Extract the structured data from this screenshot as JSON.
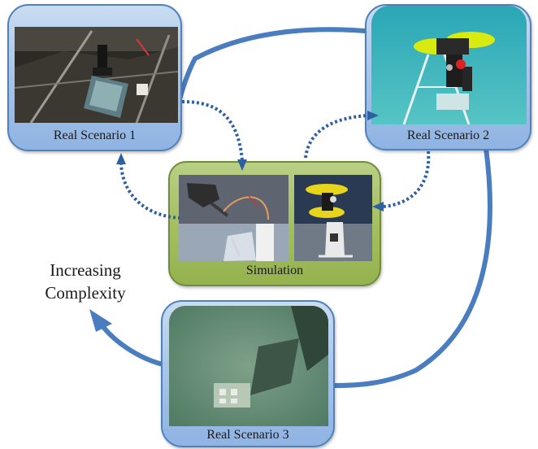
{
  "scenarios": {
    "real1": {
      "label": "Real Scenario 1"
    },
    "real2": {
      "label": "Real Scenario 2"
    },
    "real3": {
      "label": "Real Scenario 3"
    }
  },
  "simulation": {
    "label": "Simulation"
  },
  "complexity": {
    "line1": "Increasing",
    "line2": "Complexity"
  },
  "colors": {
    "real_box_fill": "#a9c6ea",
    "real_box_border": "#4f81bd",
    "sim_box_fill": "#a3be5e",
    "sim_box_border": "#6f8d3b",
    "solid_arrow": "#4a7dbf",
    "dotted_arrow": "#2f5fa3"
  }
}
